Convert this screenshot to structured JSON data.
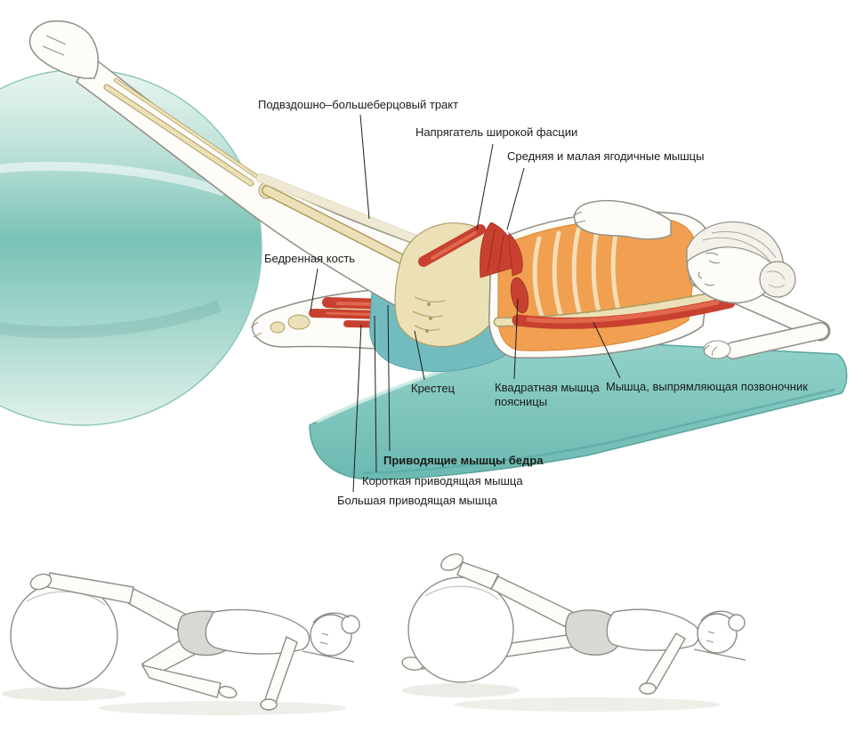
{
  "labels": {
    "iliotibial_tract": "Подвздошно–большеберцовый тракт",
    "tensor_fasciae_latae": "Напрягатель широкой фасции",
    "gluteus_medius_minimus": "Средняя и малая ягодичные мышцы",
    "femur": "Бедренная кость",
    "sacrum": "Крестец",
    "quadratus_lumborum": "Квадратная мышца поясницы",
    "erector_spinae": "Мышца, выпрямляющая позвоночник",
    "hip_adductors": "Приводящие мышцы бедра",
    "adductor_brevis": "Короткая приводящая мышца",
    "adductor_magnus": "Большая приводящая мышца"
  },
  "colors": {
    "muscle": "#c84130",
    "muscle-dark": "#9c2c1c",
    "muscle-light": "#e2674c",
    "bone": "#ece1b6",
    "bone-outline": "#ad9c64",
    "torso-orange": "#f0a050",
    "torso-orange-edge": "#d9822f",
    "rib": "#f3e2bd",
    "mat": "#7fc6bf",
    "mat-edge": "#57a59e",
    "suit": "#72bcc0",
    "paper": "#fdfcf8",
    "line": "#8e8e86",
    "label-text": "#1b1b1b",
    "sketch": "#8d8d86"
  }
}
